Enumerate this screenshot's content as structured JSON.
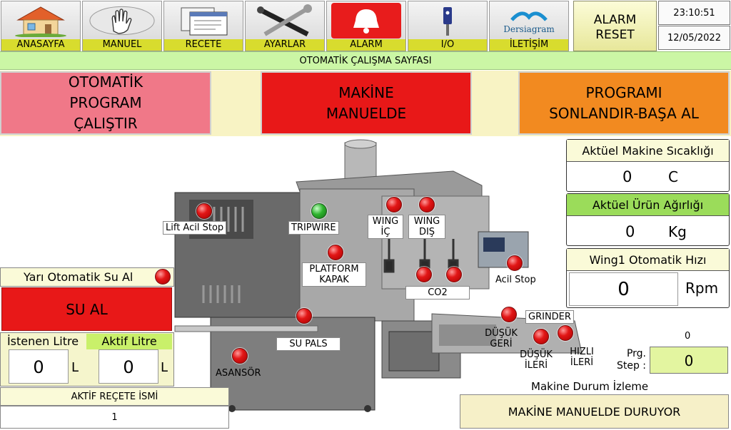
{
  "nav": [
    {
      "label": "ANASAYFA",
      "icon": "home-icon"
    },
    {
      "label": "MANUEL",
      "icon": "hand-icon"
    },
    {
      "label": "RECETE",
      "icon": "recipe-icon"
    },
    {
      "label": "AYARLAR",
      "icon": "tools-icon"
    },
    {
      "label": "ALARM",
      "icon": "bell-icon"
    },
    {
      "label": "I/O",
      "icon": "io-icon"
    },
    {
      "label": "İLETİŞİM",
      "icon": "contact-logo-icon"
    }
  ],
  "logo_text": "Dersiagram",
  "alarm_reset_label": [
    "ALARM",
    "RESET"
  ],
  "clock": {
    "time": "23:10:51",
    "date": "12/05/2022"
  },
  "page_title": "OTOMATİK ÇALIŞMA SAYFASI",
  "actions": {
    "auto_program": [
      "OTOMATİK",
      "PROGRAM",
      "ÇALIŞTIR"
    ],
    "machine_status": [
      "MAKİNE",
      "MANUELDE"
    ],
    "end_program": [
      "PROGRAMI",
      "SONLANDIR-BAŞA AL"
    ]
  },
  "indicators": {
    "lift_stop": "Lift Acil Stop",
    "tripwire": "TRIPWIRE",
    "wing_ic": [
      "WING",
      "İÇ"
    ],
    "wing_dis": [
      "WING",
      "DIŞ"
    ],
    "platform_kapak": [
      "PLATFORM",
      "KAPAK"
    ],
    "co2": "CO2",
    "acil_stop": "Acil Stop",
    "su_pals": "SU PALS",
    "asansor": "ASANSÖR",
    "grinder": "GRINDER",
    "dusuk_geri": [
      "DÜŞÜK",
      "GERİ"
    ],
    "dusuk_ileri": [
      "DÜŞÜK",
      "İLERİ"
    ],
    "hizli_ileri": [
      "HIZLI",
      "İLERİ"
    ]
  },
  "water": {
    "title": "Yarı Otomatik Su Al",
    "button": "SU AL",
    "requested_label": "İstenen Litre",
    "active_label": "Aktif Litre",
    "requested_value": "0",
    "active_value": "0",
    "unit": "L"
  },
  "recipe": {
    "title": "AKTİF REÇETE İSMİ",
    "value": "1"
  },
  "temperature": {
    "title": "Aktüel Makine Sıcaklığı",
    "value": "0",
    "unit": "C"
  },
  "weight": {
    "title": "Aktüel Ürün Ağırlığı",
    "value": "0",
    "unit": "Kg"
  },
  "wing_speed": {
    "title": "Wing1 Otomatik Hızı",
    "value": "0",
    "unit": "Rpm"
  },
  "program_step": {
    "label": [
      "Prg.",
      "Step :"
    ],
    "small_value": "0",
    "value": "0"
  },
  "machine_monitor": {
    "title": "Makine Durum İzleme",
    "status": "MAKİNE MANUELDE DURUYOR"
  },
  "colors": {
    "nav_label": "#d8dc2e",
    "page_title_bg": "#cbf6a5",
    "red_btn": "#e81818",
    "orange_btn": "#f28a20",
    "pink_btn": "#f07888"
  }
}
